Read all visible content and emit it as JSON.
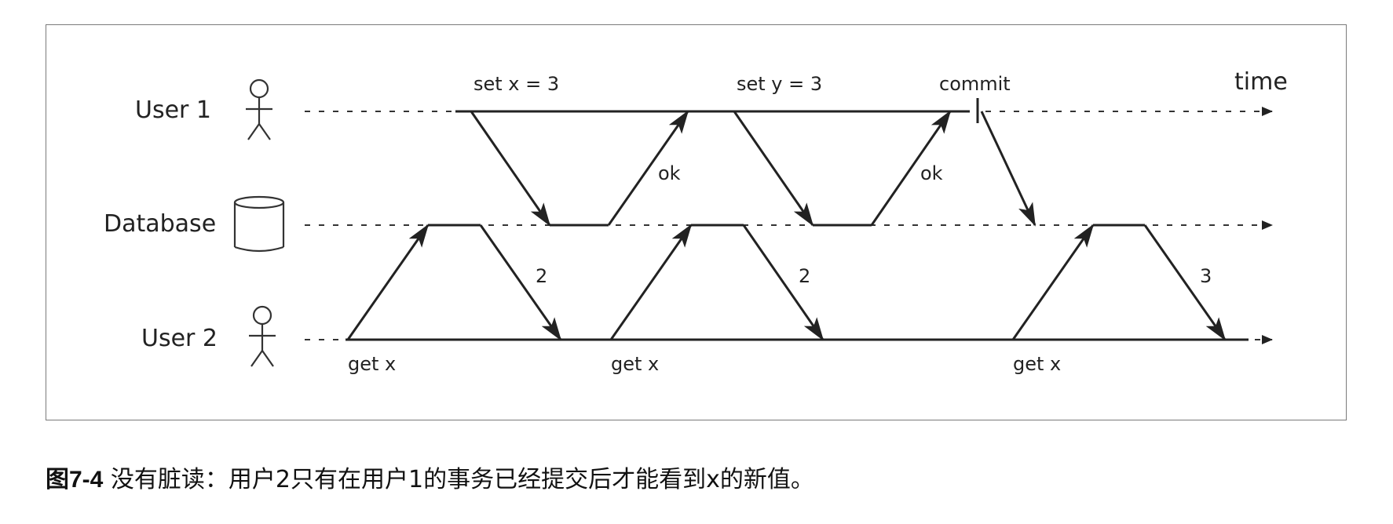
{
  "diagram": {
    "actors": {
      "user1": "User 1",
      "database": "Database",
      "user2": "User 2"
    },
    "time_label": "time",
    "user1_messages": {
      "set_x": "set x = 3",
      "set_y": "set y = 3",
      "commit": "commit",
      "ok_1": "ok",
      "ok_2": "ok"
    },
    "user2_messages": {
      "get_1": "get x",
      "get_2": "get x",
      "get_3": "get x",
      "result_1": "2",
      "result_2": "2",
      "result_3": "3"
    }
  },
  "caption": {
    "figure_number": "图7-4",
    "text": " 没有脏读：用户2只有在用户1的事务已经提交后才能看到x的新值。"
  },
  "colors": {
    "line": "#222222",
    "frame": "#7a7a7a",
    "background": "#ffffff"
  },
  "icons": [
    "stick-figure-icon",
    "database-cylinder-icon"
  ]
}
